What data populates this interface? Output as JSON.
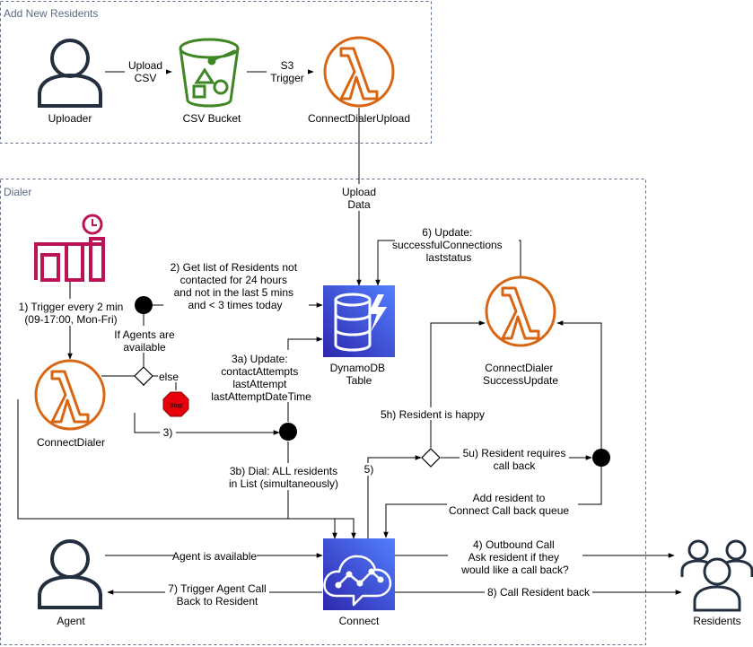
{
  "groups": {
    "add_new_residents": "Add New Residents",
    "dialer": "Dialer"
  },
  "nodes": {
    "uploader": "Uploader",
    "csv_bucket": "CSV Bucket",
    "connect_dialer_upload": "ConnectDialerUpload",
    "connect_dialer": "ConnectDialer",
    "dynamodb": [
      "DynamoDB",
      "Table"
    ],
    "success_update": [
      "ConnectDialer",
      "SuccessUpdate"
    ],
    "connect": "Connect",
    "agent": "Agent",
    "residents": "Residents",
    "stop_sign": "Stop"
  },
  "edges": {
    "upload_csv": [
      "Upload",
      "CSV"
    ],
    "s3_trigger": [
      "S3",
      "Trigger"
    ],
    "upload_data": [
      "Upload",
      "Data"
    ],
    "trigger": [
      "1) Trigger every 2 min",
      "(09-17:00, Mon-Fri)"
    ],
    "get_list": [
      "2) Get list of Residents not",
      "contacted for 24 hours",
      "and not in the last 5 mins",
      "and < 3 times today"
    ],
    "agents_available": [
      "If Agents are",
      "available"
    ],
    "else": "else",
    "update_3a": [
      "3a) Update:",
      "contactAttempts",
      "lastAttempt",
      "lastAttemptDateTime"
    ],
    "step3": "3)",
    "dial_3b": [
      "3b) Dial: ALL residents",
      "in List (simultaneously)"
    ],
    "update_6": [
      "6) Update:",
      "successfulConnections",
      "laststatus"
    ],
    "happy_5h": "5h) Resident is happy",
    "callback_5u": [
      "5u) Resident requires",
      "call back"
    ],
    "step5": "5)",
    "add_queue": [
      "Add resident to",
      "Connect Call back queue"
    ],
    "agent_available": "Agent is available",
    "outbound_4": [
      "4) Outbound Call",
      "Ask resident if they",
      "would like a call back?"
    ],
    "trigger_agent_7": [
      "7) Trigger Agent Call",
      "Back to Resident"
    ],
    "call_back_8": "8) Call Resident back"
  },
  "colors": {
    "group_border": "#5a6b86",
    "lambda_orange": "#d86613",
    "s3_green": "#3f8624",
    "dynamo_blue": "#3b48cc",
    "monitor_pink": "#bc1356",
    "stop_red": "#e7000b",
    "user_dark": "#232f3e"
  },
  "icons": {
    "uploader": "user-icon",
    "csv_bucket": "s3-bucket-icon",
    "lambda": "lambda-icon",
    "trigger": "eventbridge-schedule-icon",
    "dynamodb": "dynamodb-icon",
    "connect": "amazon-connect-icon",
    "residents": "users-icon"
  }
}
